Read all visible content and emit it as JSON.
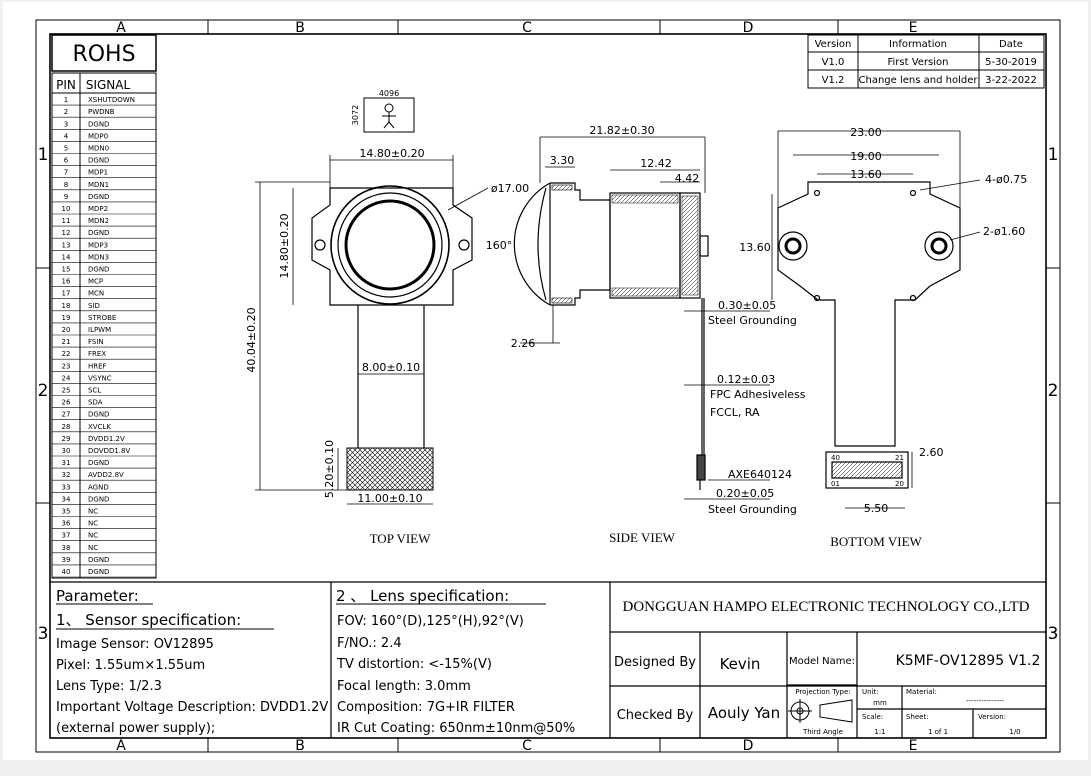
{
  "frame": {
    "col_labels": [
      "A",
      "B",
      "C",
      "D",
      "E"
    ],
    "row_labels": [
      "1",
      "2",
      "3"
    ]
  },
  "rohs": "ROHS",
  "pin_table": {
    "header_pin": "PIN",
    "header_signal": "SIGNAL",
    "rows": [
      [
        "1",
        "XSHUTDOWN"
      ],
      [
        "2",
        "PWDNB"
      ],
      [
        "3",
        "DGND"
      ],
      [
        "4",
        "MDP0"
      ],
      [
        "5",
        "MDN0"
      ],
      [
        "6",
        "DGND"
      ],
      [
        "7",
        "MDP1"
      ],
      [
        "8",
        "MDN1"
      ],
      [
        "9",
        "DGND"
      ],
      [
        "10",
        "MDP2"
      ],
      [
        "11",
        "MDN2"
      ],
      [
        "12",
        "DGND"
      ],
      [
        "13",
        "MDP3"
      ],
      [
        "14",
        "MDN3"
      ],
      [
        "15",
        "DGND"
      ],
      [
        "16",
        "MCP"
      ],
      [
        "17",
        "MCN"
      ],
      [
        "18",
        "SID"
      ],
      [
        "19",
        "STROBE"
      ],
      [
        "20",
        "ILPWM"
      ],
      [
        "21",
        "FSIN"
      ],
      [
        "22",
        "FREX"
      ],
      [
        "23",
        "HREF"
      ],
      [
        "24",
        "VSYNC"
      ],
      [
        "25",
        "SCL"
      ],
      [
        "26",
        "SDA"
      ],
      [
        "27",
        "DGND"
      ],
      [
        "28",
        "XVCLK"
      ],
      [
        "29",
        "DVDD1.2V"
      ],
      [
        "30",
        "DOVDD1.8V"
      ],
      [
        "31",
        "DGND"
      ],
      [
        "32",
        "AVDD2.8V"
      ],
      [
        "33",
        "AGND"
      ],
      [
        "34",
        "DGND"
      ],
      [
        "35",
        "NC"
      ],
      [
        "36",
        "NC"
      ],
      [
        "37",
        "NC"
      ],
      [
        "38",
        "NC"
      ],
      [
        "39",
        "DGND"
      ],
      [
        "40",
        "DGND"
      ]
    ]
  },
  "revision_table": {
    "headers": [
      "Version",
      "Information",
      "Date"
    ],
    "rows": [
      [
        "V1.0",
        "First Version",
        "5-30-2019"
      ],
      [
        "V1.2",
        "Change lens and holder",
        "3-22-2022"
      ]
    ]
  },
  "sensor_icon": {
    "width_px": "4096",
    "height_px": "3072"
  },
  "top_view": {
    "label": "TOP VIEW",
    "dims": {
      "holder_w": "14.80±0.20",
      "holder_h": "14.80±0.20",
      "lens_dia": "ø17.00",
      "total_len": "40.04±0.20",
      "fpc_w": "8.00±0.10",
      "stiff_h": "5.20±0.10",
      "stiff_w": "11.00±0.10"
    }
  },
  "side_view": {
    "label": "SIDE VIEW",
    "dims": {
      "total": "21.82±0.30",
      "d1": "3.30",
      "d2": "12.42",
      "d3": "4.42",
      "fov": "160°",
      "d4": "2.26",
      "ground1": "0.30±0.05",
      "ground1_txt": "Steel Grounding",
      "fpc_thk": "0.12±0.03",
      "fpc_txt1": "FPC Adhesiveless",
      "fpc_txt2": "FCCL, RA",
      "conn": "AXE640124",
      "ground2": "0.20±0.05",
      "ground2_txt": "Steel Grounding"
    }
  },
  "bottom_view": {
    "label": "BOTTOM VIEW",
    "dims": {
      "w1": "23.00",
      "w2": "19.00",
      "w3": "13.60",
      "h1": "13.60",
      "holes_small": "4-ø0.75",
      "holes_big": "2-ø1.60",
      "conn_h": "2.60",
      "conn_w": "5.50",
      "pin40": "40",
      "pin21": "21",
      "pin01": "01",
      "pin20": "20"
    }
  },
  "parameter": {
    "title": "Parameter:",
    "sensor_title": "1、 Sensor specification:",
    "sensor_lines": [
      "Image Sensor:  OV12895",
      "Pixel:  1.55um×1.55um",
      "Lens Type:  1/2.3",
      "Important Voltage Description: DVDD1.2V",
      "(external power supply);"
    ],
    "lens_title": "2 、 Lens specification:",
    "lens_lines": [
      "FOV:  160°(D),125°(H),92°(V)",
      "F/NO.:  2.4",
      "TV distortion:  <-15%(V)",
      "Focal length:  3.0mm",
      "Composition:  7G+IR  FILTER",
      "IR Cut Coating:  650nm±10nm@50%"
    ]
  },
  "title_block": {
    "company": "DONGGUAN HAMPO ELECTRONIC TECHNOLOGY CO.,LTD",
    "designed_label": "Designed By",
    "designed_value": "Kevin",
    "checked_label": "Checked By",
    "checked_value": "Aouly Yan",
    "model_label": "Model Name:",
    "model_value": "K5MF-OV12895 V1.2",
    "projection_label": "Projection Type:",
    "projection_value": "Third Angle",
    "unit_label": "Unit:",
    "unit_value": "mm",
    "material_label": "Material:",
    "material_value": "---------------",
    "scale_label": "Scale:",
    "scale_value": "1:1",
    "sheet_label": "Sheet:",
    "sheet_value": "1 of 1",
    "version_label": "Version:",
    "version_value": "1/0"
  }
}
